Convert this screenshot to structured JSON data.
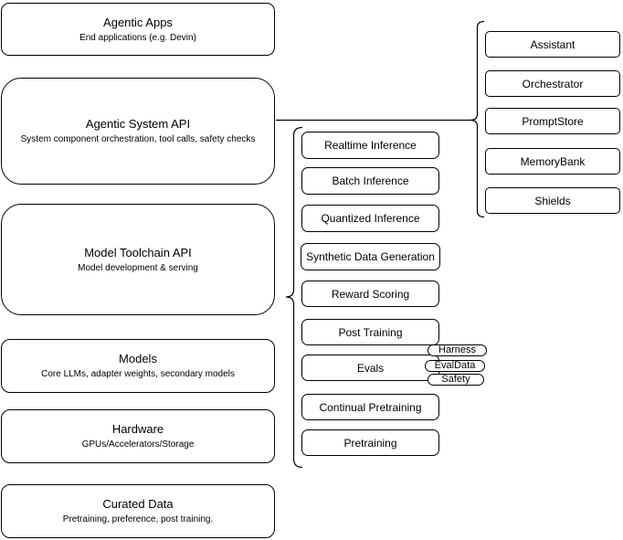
{
  "diagram": {
    "left_column": {
      "boxes": [
        {
          "title": "Agentic Apps",
          "subtitle": "End applications (e.g. Devin)"
        },
        {
          "title": "Agentic System API",
          "subtitle": "System component orchestration, tool calls, safety checks"
        },
        {
          "title": "Model Toolchain API",
          "subtitle": "Model development & serving"
        },
        {
          "title": "Models",
          "subtitle": "Core LLMs, adapter weights, secondary models"
        },
        {
          "title": "Hardware",
          "subtitle": "GPUs/Accelerators/Storage"
        },
        {
          "title": "Curated Data",
          "subtitle": "Pretraining, preference, post training."
        }
      ]
    },
    "middle_column": {
      "items": [
        "Realtime Inference",
        "Batch Inference",
        "Quantized Inference",
        "Synthetic Data Generation",
        "Reward Scoring",
        "Post Training",
        "Evals",
        "Continual Pretraining",
        "Pretraining"
      ],
      "eval_tags": [
        "Harness",
        "EvalData",
        "Safety"
      ]
    },
    "right_column": {
      "items": [
        "Assistant",
        "Orchestrator",
        "PromptStore",
        "MemoryBank",
        "Shields"
      ]
    },
    "colors": {
      "stroke": "#000000",
      "background": "#ffffff",
      "text": "#000000"
    }
  }
}
